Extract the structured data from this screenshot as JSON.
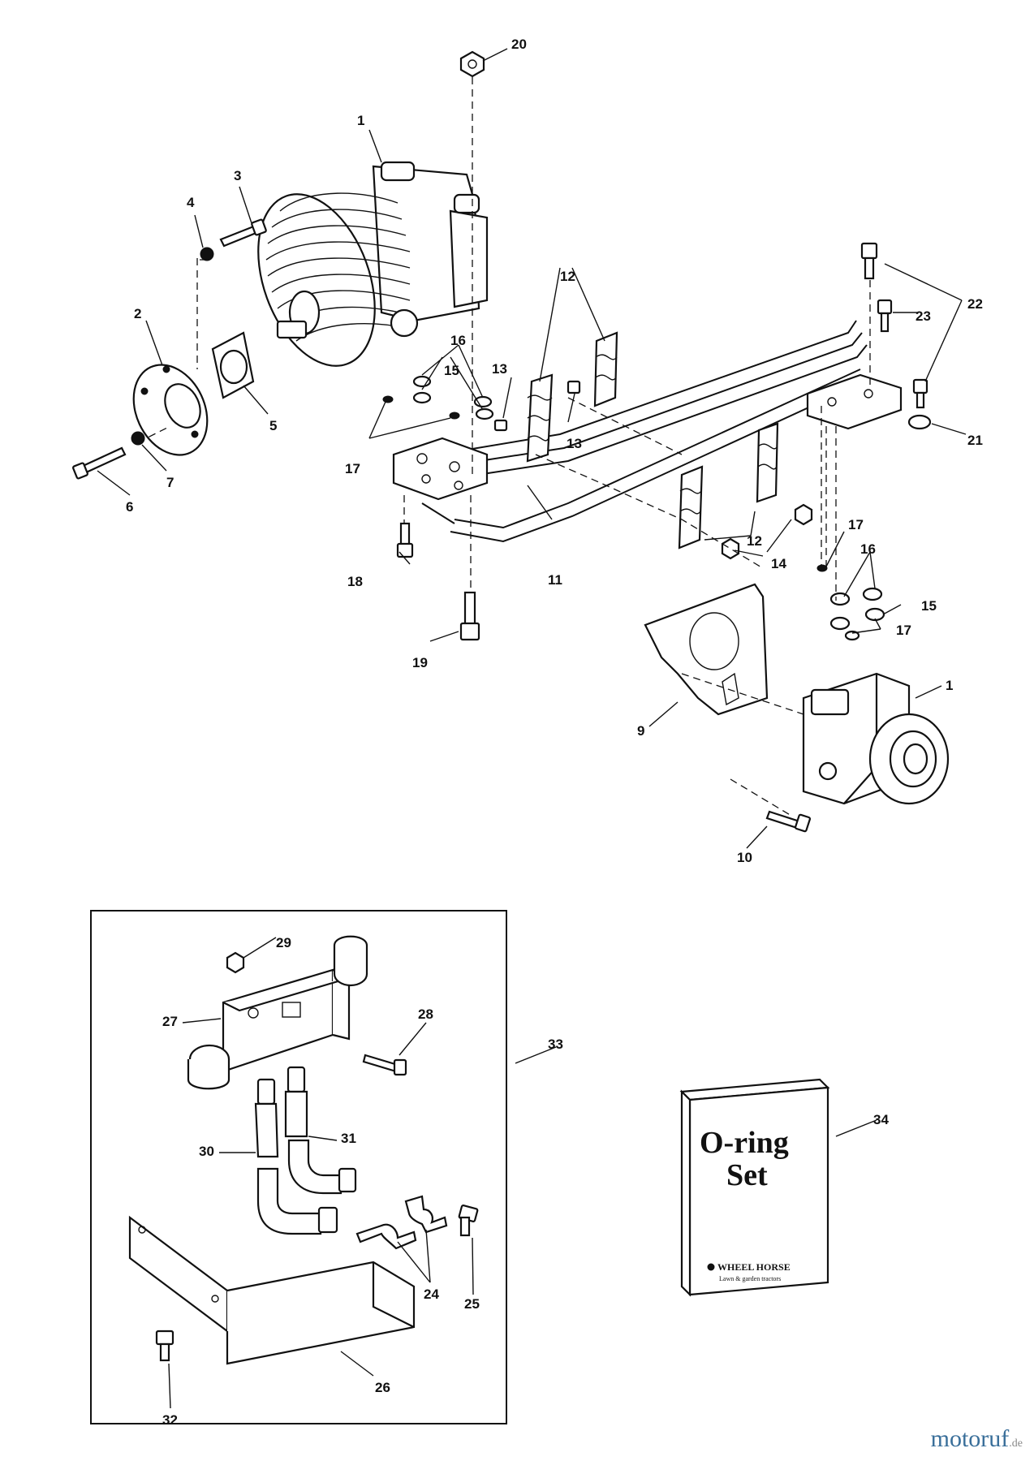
{
  "callouts": {
    "c1a": "1",
    "c1b": "1",
    "c2": "2",
    "c3": "3",
    "c4": "4",
    "c5": "5",
    "c6": "6",
    "c7": "7",
    "c9": "9",
    "c10": "10",
    "c11": "11",
    "c12a": "12",
    "c12b": "12",
    "c13a": "13",
    "c13b": "13",
    "c14": "14",
    "c15a": "15",
    "c15b": "15",
    "c16a": "16",
    "c16b": "16",
    "c17a": "17",
    "c17b": "17",
    "c17c": "17",
    "c18": "18",
    "c19": "19",
    "c20": "20",
    "c21": "21",
    "c22": "22",
    "c23": "23",
    "c24": "24",
    "c25": "25",
    "c26": "26",
    "c27": "27",
    "c28": "28",
    "c29": "29",
    "c30": "30",
    "c31": "31",
    "c32": "32",
    "c33": "33",
    "c34": "34"
  },
  "oring_box": {
    "title_line1": "O-ring",
    "title_line2": "Set",
    "brand": "WHEEL HORSE",
    "brand_sub": "Lawn & garden tractors"
  },
  "watermark": {
    "name": "motoruf",
    "tld": ".de",
    "color": "#3a6f9a"
  }
}
